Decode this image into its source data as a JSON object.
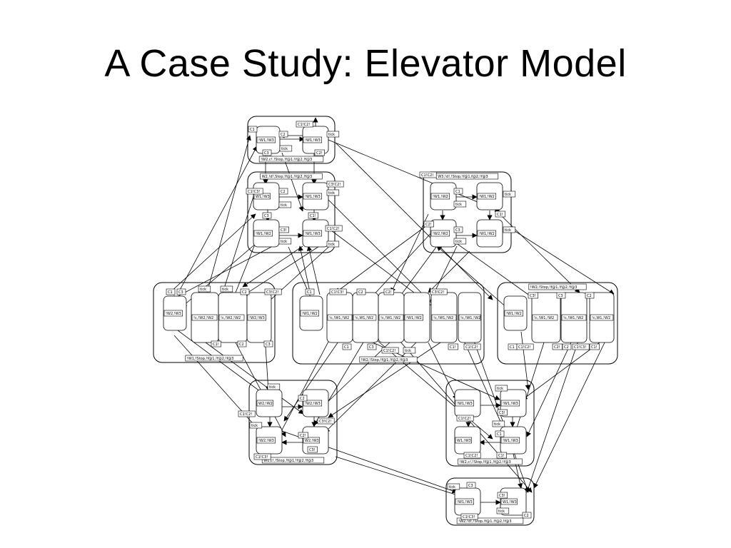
{
  "slide": {
    "title": "A Case Study: Elevator Model"
  },
  "diagram": {
    "group_captions": [
      "!W2,c!,!Stop,!f@1,!f@2,!f@3",
      "W3,!d!,!Stop,!f@1,f@2,!f@3",
      "W2,!d!,Stop,!f@1,!f@2,!f@3",
      "!W1,!Stop,!f@1,!f@2,!f@3",
      "!W2,!Stop,!f@1,!f@2,!f@3",
      "!W2,!Stop,!f@1,!f@2,!f@3",
      "W1,c!,!Stop,!f@1,!f@2,!f@3",
      "!W2,c!,!Stop,!f@1,!f@2,!f@3",
      "!W2,!d!,!Stop,!f@1,!f@2,!f@3"
    ],
    "state_labels": [
      "!W1,!W3",
      "!W1,!W3",
      "W1,!W3",
      "!W1,!W3",
      "!W1,!W2",
      "!W1,!W3",
      "!W1,!W2",
      "!W1,!W2",
      "!W2,!W2",
      "!c,!W2,!W2",
      "!c,!W2,!W2",
      "!W2,!W3",
      "!W1,!W2",
      "!c,!W1,!W2",
      "!c,W1,!W2",
      "!c,!W1,!W2",
      "!W1,!W2",
      "!c,!W1,!W2",
      "!c,!W1,!W2",
      "!c,W1,!W2",
      "W2,!W2",
      "!W2,!W3",
      "!W2,!W3",
      "W2,!W3",
      "!W1,!W3",
      "!W1,!W3",
      "W1,!W3",
      "!W1,!W3",
      "!W1,!W3",
      "W1,!W3"
    ],
    "condition_labels": [
      "C1",
      "C2",
      "C3",
      "C1!",
      "C2!",
      "C3!",
      "C1!C2!",
      "C1!C3!",
      "C3!C2!"
    ],
    "tick_label": "tick"
  }
}
